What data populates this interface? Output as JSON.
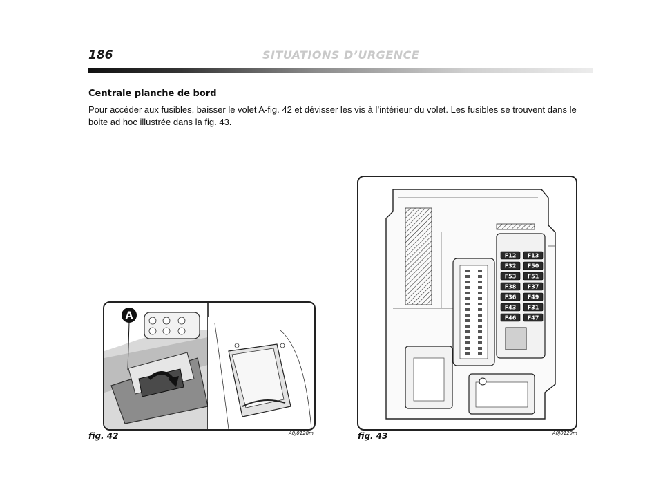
{
  "header": {
    "page_number": "186",
    "section_title": "SITUATIONS D’URGENCE"
  },
  "content": {
    "subheading": "Centrale planche de bord",
    "paragraph": "Pour accéder aux fusibles, baisser le volet A-fig. 42 et dévisser les vis à l’intérieur du volet. Les fusibles se trouvent dans le boite ad hoc illustrée dans la fig. 43."
  },
  "figures": [
    {
      "caption": "fig. 42",
      "code": "A0J0128m",
      "callout": "A"
    },
    {
      "caption": "fig. 43",
      "code": "A0J0129m"
    }
  ],
  "fuses": [
    [
      "F12",
      "F13"
    ],
    [
      "F32",
      "F50"
    ],
    [
      "F53",
      "F51"
    ],
    [
      "F38",
      "F37"
    ],
    [
      "F36",
      "F49"
    ],
    [
      "F43",
      "F31"
    ],
    [
      "F46",
      "F47"
    ]
  ]
}
